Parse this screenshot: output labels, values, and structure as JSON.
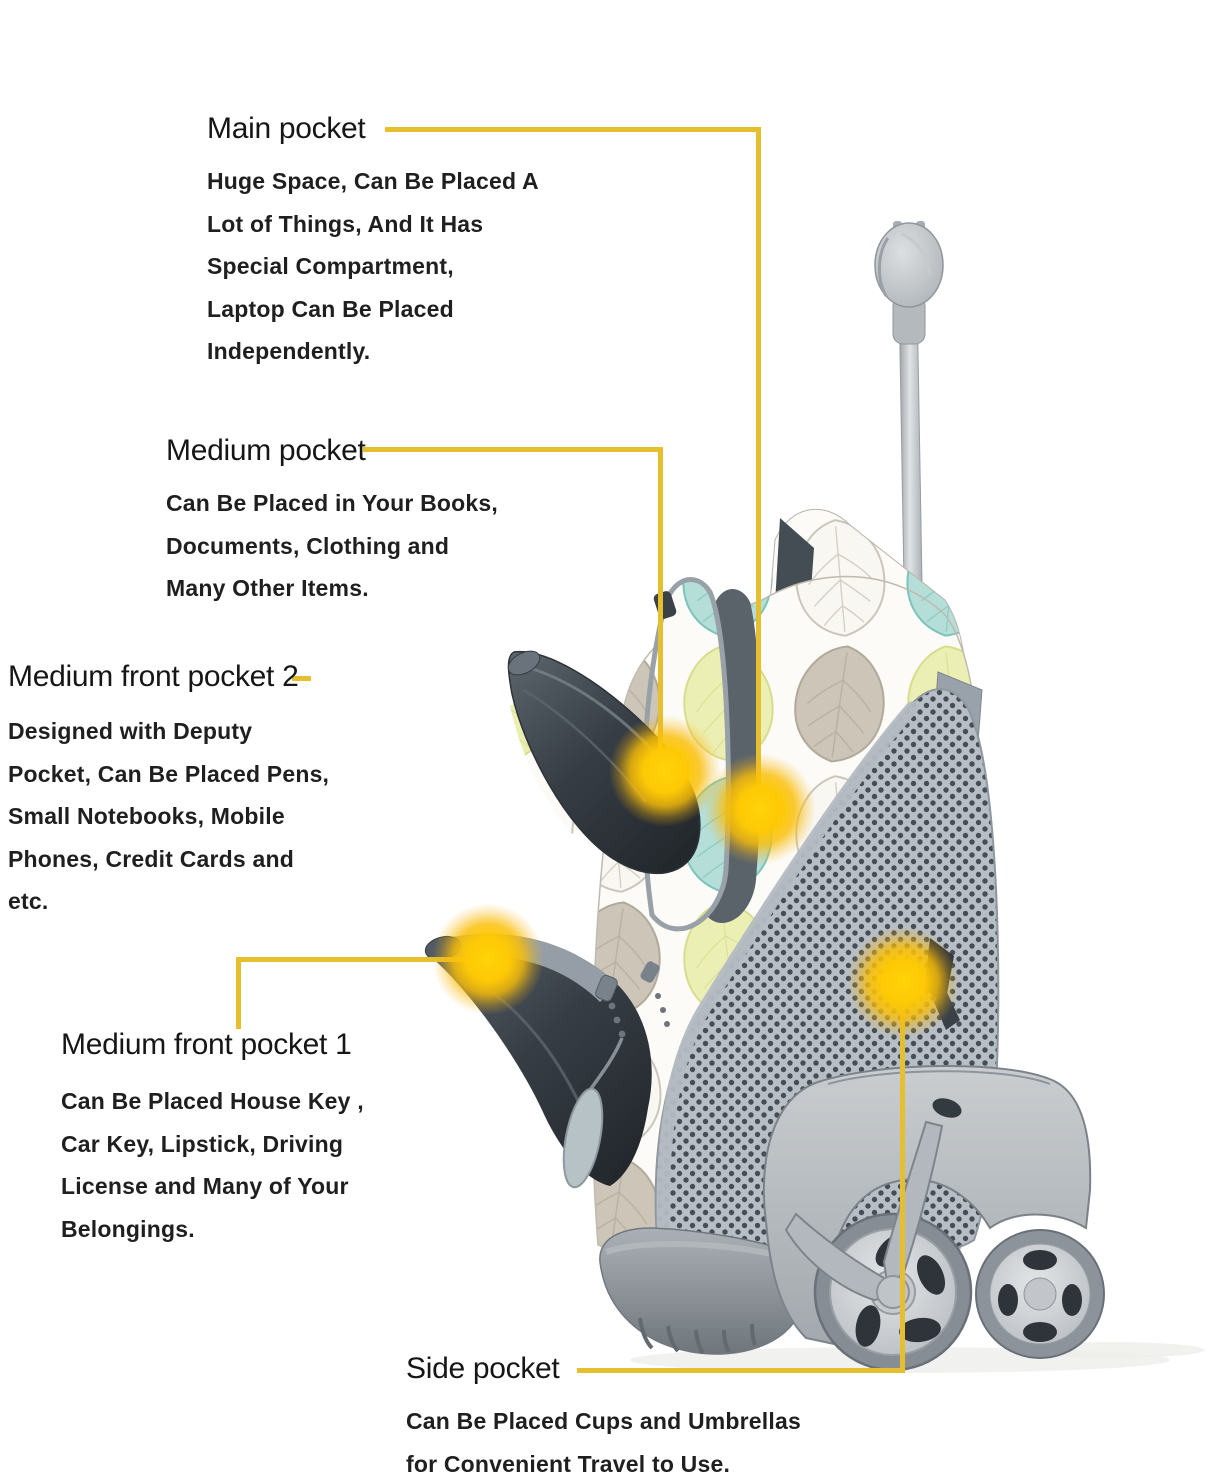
{
  "page": {
    "background": "#ffffff"
  },
  "colors": {
    "accent_line": "#e5bf2e",
    "marker_glow": "#fdc905",
    "text": "#1e1e1e",
    "background": "#ffffff"
  },
  "annotations": [
    {
      "id": "main-pocket",
      "title": "Main pocket",
      "lines": [
        "Huge Space, Can Be Placed A",
        "Lot of Things, And It Has",
        "Special Compartment,",
        "Laptop Can Be Placed",
        "Independently."
      ]
    },
    {
      "id": "medium-pocket",
      "title": "Medium pocket",
      "lines": [
        "Can Be Placed in Your Books,",
        "Documents, Clothing and",
        "Many Other Items."
      ]
    },
    {
      "id": "medium-front-pocket-2",
      "title": "Medium front pocket 2",
      "lines": [
        "Designed with Deputy",
        "Pocket, Can Be Placed Pens,",
        "Small Notebooks, Mobile",
        "Phones, Credit Cards and",
        "etc."
      ]
    },
    {
      "id": "medium-front-pocket-1",
      "title": "Medium front pocket 1",
      "lines": [
        "Can Be Placed House Key ,",
        "Car Key, Lipstick, Driving",
        "License and Many of Your",
        "Belongings."
      ]
    },
    {
      "id": "side-pocket",
      "title": "Side pocket",
      "lines": [
        "Can Be Placed Cups and Umbrellas",
        "for Convenient Travel to Use."
      ]
    }
  ]
}
